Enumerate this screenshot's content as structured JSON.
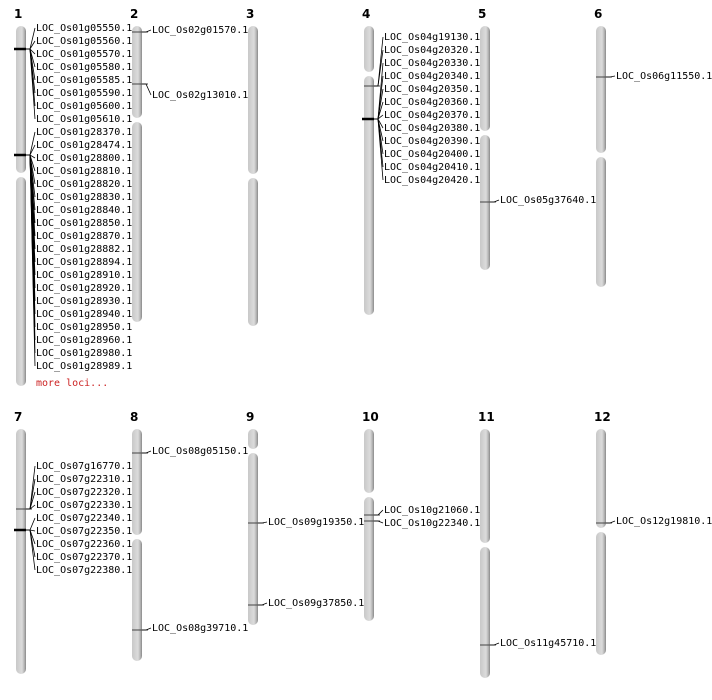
{
  "chromosomes": [
    {
      "name": "1",
      "loci": [
        [
          "LOC_Os01g05550.1",
          "LOC_Os01g05560.1",
          "LOC_Os01g05570.1",
          "LOC_Os01g05580.1",
          "LOC_Os01g05585.1",
          "LOC_Os01g05590.1",
          "LOC_Os01g05600.1",
          "LOC_Os01g05610.1"
        ],
        [
          "LOC_Os01g28370.1",
          "LOC_Os01g28474.1",
          "LOC_Os01g28800.1",
          "LOC_Os01g28810.1",
          "LOC_Os01g28820.1",
          "LOC_Os01g28830.1",
          "LOC_Os01g28840.1",
          "LOC_Os01g28850.1",
          "LOC_Os01g28870.1",
          "LOC_Os01g28882.1",
          "LOC_Os01g28894.1",
          "LOC_Os01g28910.1",
          "LOC_Os01g28920.1",
          "LOC_Os01g28930.1",
          "LOC_Os01g28940.1",
          "LOC_Os01g28950.1",
          "LOC_Os01g28960.1",
          "LOC_Os01g28980.1",
          "LOC_Os01g28989.1"
        ]
      ],
      "more": "more loci..."
    },
    {
      "name": "2",
      "loci": [
        [
          "LOC_Os02g01570.1"
        ],
        [
          "LOC_Os02g13010.1"
        ]
      ]
    },
    {
      "name": "3",
      "loci": []
    },
    {
      "name": "4",
      "loci": [
        [
          "LOC_Os04g19130.1",
          "LOC_Os04g20320.1"
        ],
        [
          "LOC_Os04g20330.1",
          "LOC_Os04g20340.1",
          "LOC_Os04g20350.1",
          "LOC_Os04g20360.1",
          "LOC_Os04g20370.1",
          "LOC_Os04g20380.1",
          "LOC_Os04g20390.1",
          "LOC_Os04g20400.1",
          "LOC_Os04g20410.1",
          "LOC_Os04g20420.1"
        ]
      ]
    },
    {
      "name": "5",
      "loci": [
        [
          "LOC_Os05g37640.1"
        ]
      ]
    },
    {
      "name": "6",
      "loci": [
        [
          "LOC_Os06g11550.1"
        ]
      ]
    },
    {
      "name": "7",
      "loci": [
        [
          "LOC_Os07g16770.1",
          "LOC_Os07g22310.1",
          "LOC_Os07g22320.1",
          "LOC_Os07g22330.1"
        ],
        [
          "LOC_Os07g22340.1",
          "LOC_Os07g22350.1",
          "LOC_Os07g22360.1",
          "LOC_Os07g22370.1",
          "LOC_Os07g22380.1"
        ]
      ]
    },
    {
      "name": "8",
      "loci": [
        [
          "LOC_Os08g05150.1"
        ],
        [
          "LOC_Os08g39710.1"
        ]
      ]
    },
    {
      "name": "9",
      "loci": [
        [
          "LOC_Os09g19350.1"
        ],
        [
          "LOC_Os09g37850.1"
        ]
      ]
    },
    {
      "name": "10",
      "loci": [
        [
          "LOC_Os10g21060.1"
        ],
        [
          "LOC_Os10g22340.1"
        ]
      ]
    },
    {
      "name": "11",
      "loci": [
        [
          "LOC_Os11g45710.1"
        ]
      ]
    },
    {
      "name": "12",
      "loci": [
        [
          "LOC_Os12g19810.1"
        ]
      ]
    }
  ]
}
